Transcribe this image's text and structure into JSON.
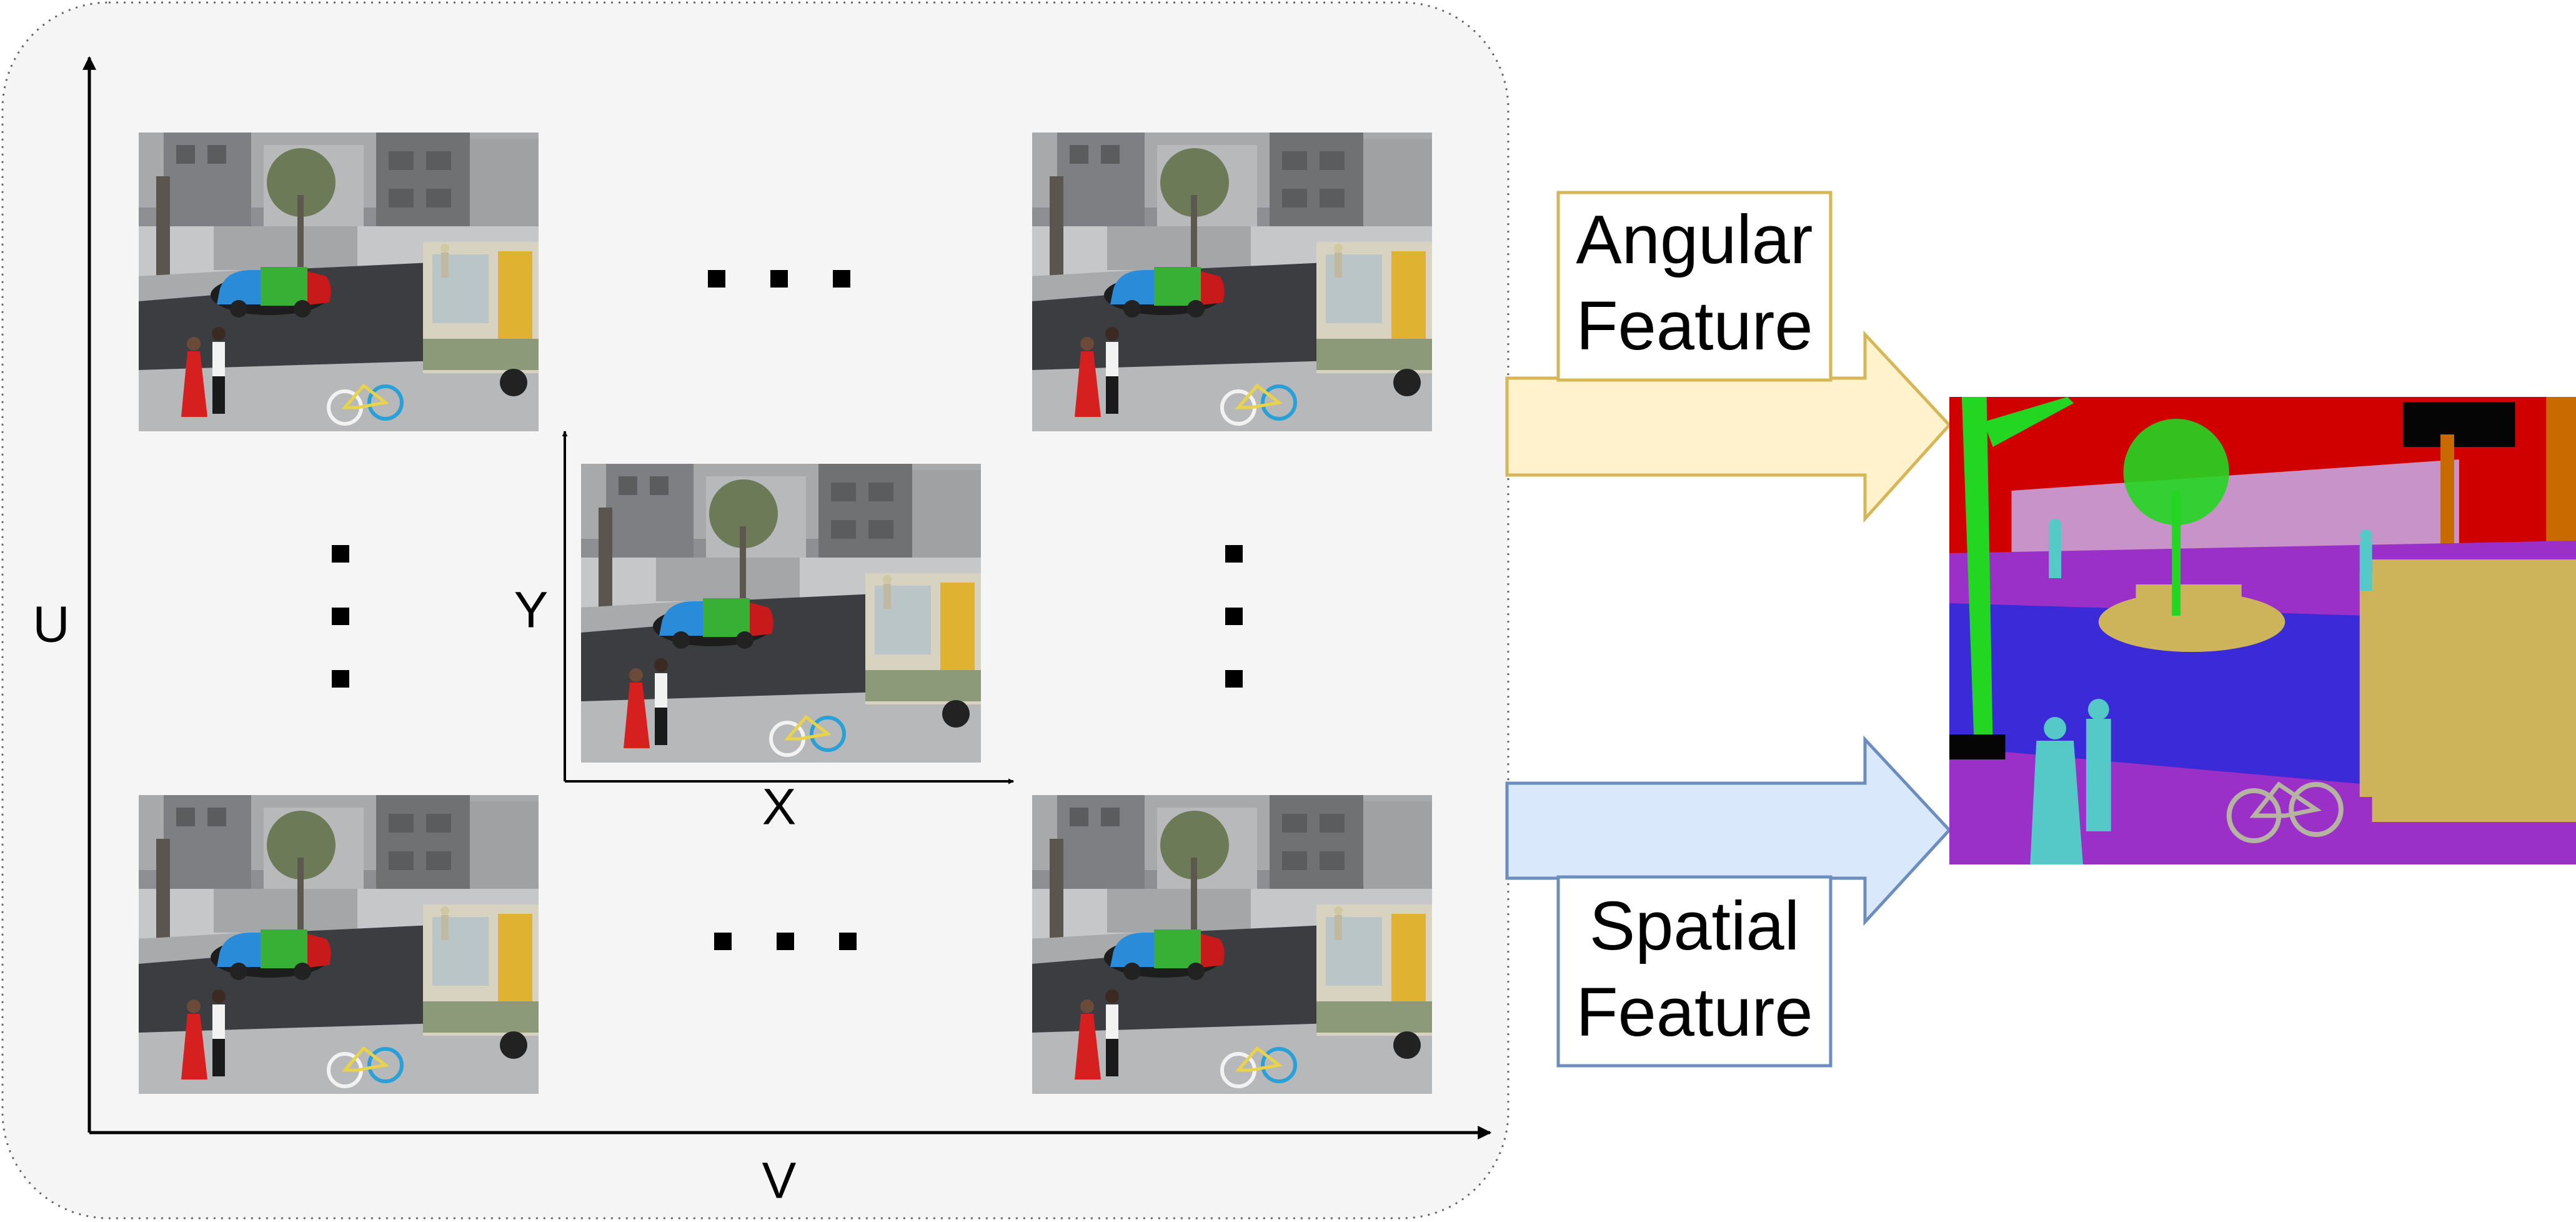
{
  "axes": {
    "outer_vertical_label": "U",
    "outer_horizontal_label": "V",
    "inner_vertical_label": "Y",
    "inner_horizontal_label": "X"
  },
  "ellipsis": {
    "glyph": "■"
  },
  "features": {
    "angular": {
      "line1": "Angular",
      "line2": "Feature",
      "fill": "#fff2cc",
      "stroke": "#d6b656"
    },
    "spatial": {
      "line1": "Spatial",
      "line2": "Feature",
      "fill": "#dae8fc",
      "stroke": "#6c8ebf"
    }
  },
  "colors": {
    "panel_fill": "#f5f5f5",
    "panel_border": "#666666",
    "seg_sky": "#d10000",
    "seg_building": "#c893c8",
    "seg_sidewalk": "#9b30c8",
    "seg_road": "#3a2ad8",
    "seg_vegetation": "#22d622",
    "seg_vehicle": "#cdb45a",
    "seg_person": "#55c8c8",
    "seg_pole": "#c86a00"
  }
}
